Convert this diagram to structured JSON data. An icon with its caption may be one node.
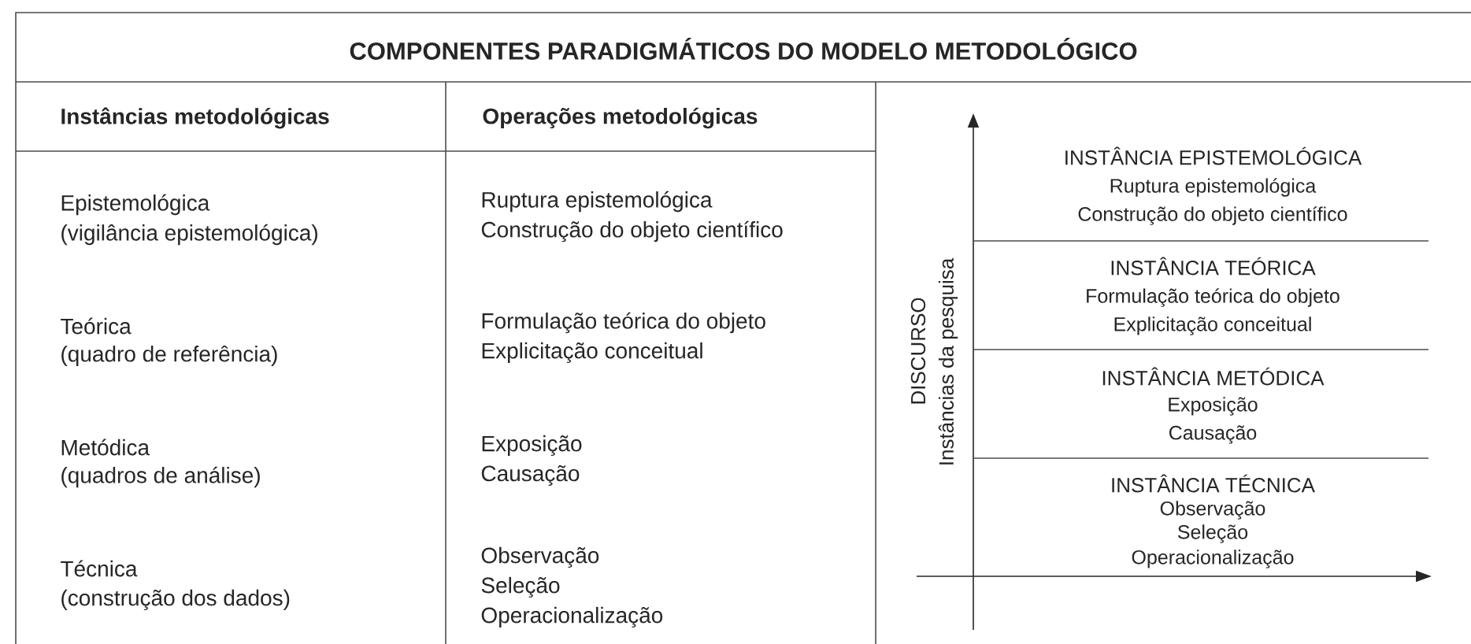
{
  "diagram": {
    "title": "COMPONENTES PARADIGMÁTICOS DO MODELO METODOLÓGICO",
    "nodes": [
      {
        "text": [
          "INSTÂNCIA EPISTEMOLÓGICA",
          "Ruptura epistemológica",
          "Construção do objeto científico"
        ]
      },
      {
        "text": [
          "INSTÂNCIA TEÓRICA",
          "Formulação teórica do objeto",
          "Explicitação conceitual"
        ]
      },
      {
        "text": [
          "INSTÂNCIA METÓDICA",
          "Exposição",
          "Causação"
        ]
      },
      {
        "text": [
          "INSTÂNCIA TÉCNICA",
          "Observação",
          "Seleção",
          "Operacionalização"
        ]
      }
    ],
    "labels": [
      "Instâncias metodológicas",
      "Operações metodológicas",
      "Epistemológica",
      "(vigilância epistemológica)",
      "Ruptura epistemológica",
      "Construção do objeto científico",
      "Teórica",
      "(quadro de referência)",
      "Formulação teórica do objeto",
      "Explicitação conceitual",
      "Metódica",
      "(quadros de análise)",
      "Exposição",
      "Causação",
      "Técnica",
      "(construção dos dados)",
      "Observação",
      "Seleção",
      "Operacionalização",
      "DISCURSO",
      "Instâncias da pesquisa"
    ]
  }
}
